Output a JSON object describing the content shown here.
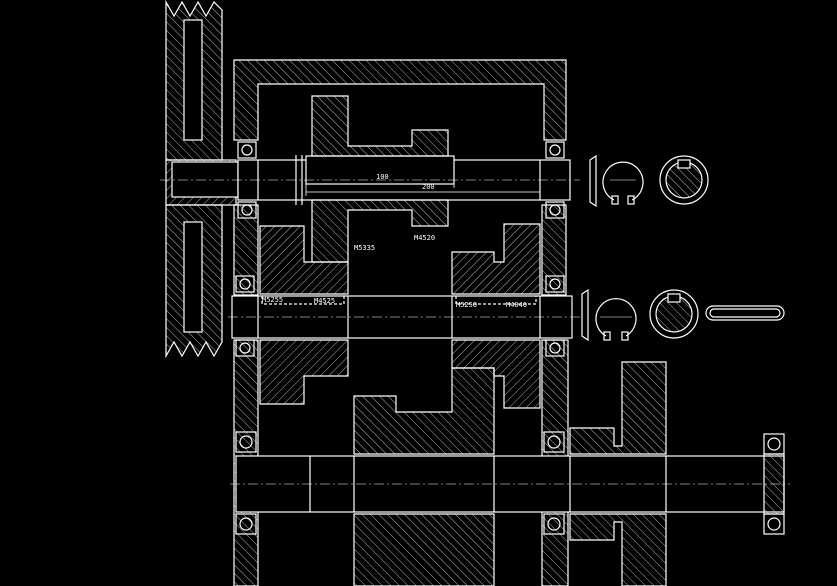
{
  "drawing": {
    "background": "#000000",
    "line_color": "#ffffff",
    "hatch_color": "#ffffff"
  },
  "labels": {
    "gear_upper_left": "M5335",
    "gear_upper_right": "M4520",
    "dim_inner": "100",
    "dim_outer": "200",
    "spline_a": "M5255",
    "spline_b": "M4525",
    "spline_c": "M5250",
    "spline_d": "M4040"
  },
  "components": {
    "pulley": "v-belt-pulley",
    "circlip_upper": "circlip",
    "spline_section_upper": "spline-cross-section",
    "circlip_lower": "circlip",
    "spline_section_lower": "spline-cross-section",
    "key": "flat-key"
  }
}
